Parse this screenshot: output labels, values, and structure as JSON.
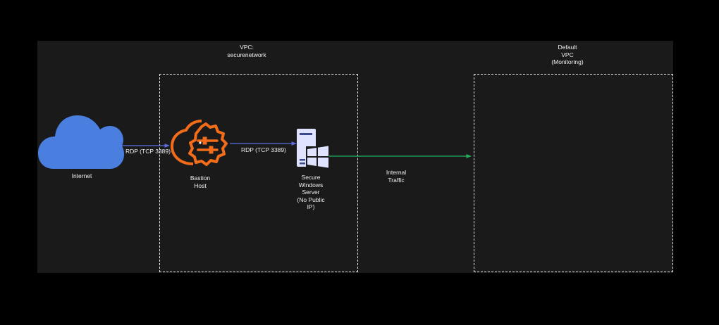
{
  "zones": {
    "vpc_secure": {
      "title": "VPC:\nsecurenetwork"
    },
    "vpc_default": {
      "title": "Default\nVPC\n(Monitoring)"
    }
  },
  "nodes": {
    "internet": {
      "label": "Internet",
      "icon": "cloud-icon",
      "color": "#4a7fe0"
    },
    "bastion": {
      "label": "Bastion\nHost",
      "icon": "bastion-gear-cloud-icon",
      "color": "#f26c1a"
    },
    "server": {
      "label": "Secure\nWindows\nServer\n(No Public\nIP)",
      "icon": "windows-server-icon",
      "color": "#dfe3ff"
    }
  },
  "edges": {
    "internet_to_bastion": {
      "label": "RDP (TCP 3389)",
      "color": "#5b6ee6"
    },
    "bastion_to_server": {
      "label": "RDP (TCP 3389)",
      "color": "#5b6ee6"
    },
    "server_to_default": {
      "label": "Internal\nTraffic",
      "color": "#1fb45a"
    }
  }
}
